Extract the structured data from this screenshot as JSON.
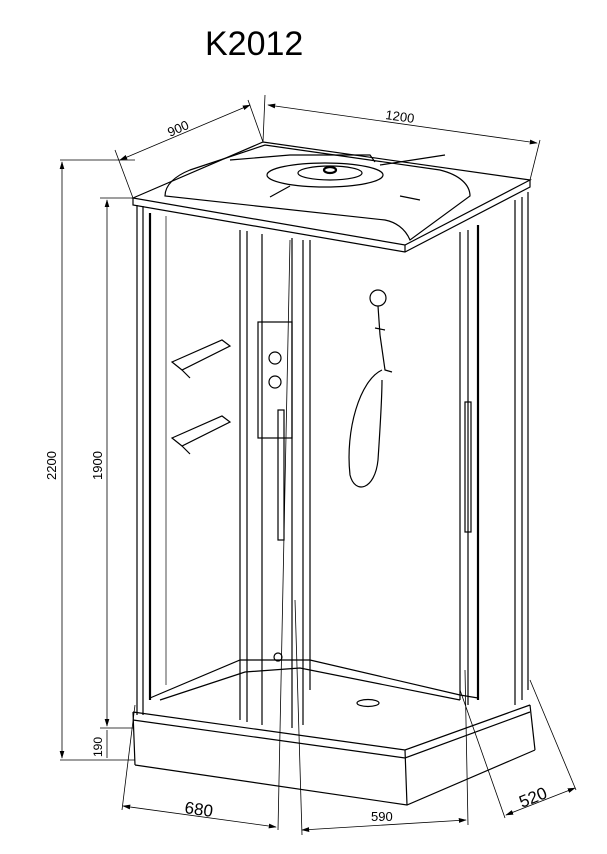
{
  "title": "K2012",
  "dimensions": {
    "depth_top": "900",
    "width_top": "1200",
    "total_height": "2200",
    "cabin_height": "1900",
    "tray_height": "190",
    "front_left": "680",
    "front_right": "590",
    "side_right": "520"
  }
}
